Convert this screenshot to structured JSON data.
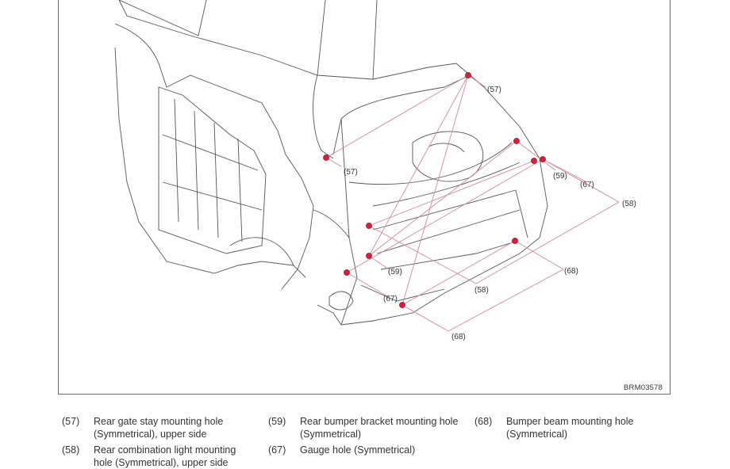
{
  "drawing_code": "BRM03578",
  "callouts": [
    "(57)",
    "(57)",
    "(59)",
    "(67)",
    "(58)",
    "(58)",
    "(59)",
    "(68)",
    "(67)",
    "(68)"
  ],
  "legend": [
    {
      "num": "(57)",
      "text": "Rear gate stay mounting hole (Symmetrical), upper side"
    },
    {
      "num": "(58)",
      "text": "Rear combination light mounting hole (Symmetrical), upper side"
    },
    {
      "num": "(59)",
      "text": "Rear bumper bracket mounting hole (Symmetrical)"
    },
    {
      "num": "(67)",
      "text": "Gauge hole (Symmetrical)"
    },
    {
      "num": "(68)",
      "text": "Bumper beam mounting hole (Symmetrical)"
    }
  ],
  "colors": {
    "dimension_line": "#d08a9a",
    "point": "#d81e3c",
    "linework": "#555555"
  }
}
